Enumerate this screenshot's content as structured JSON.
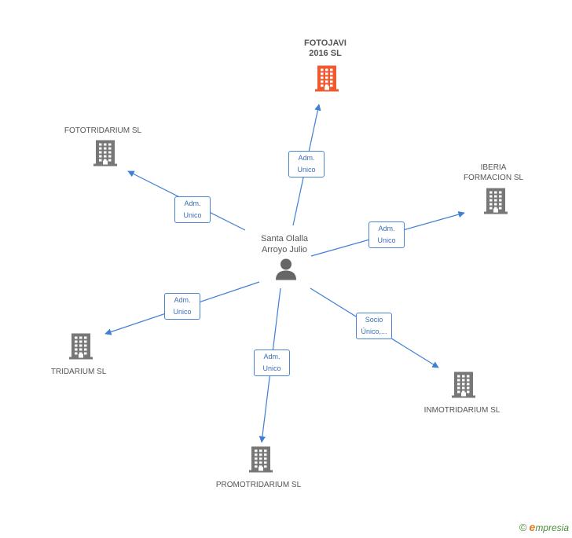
{
  "center": {
    "name": "Santa Olalla\nArroyo Julio",
    "icon": "person-icon"
  },
  "colors": {
    "edge": "#3f7fd4",
    "building_default": "#777777",
    "building_highlight": "#f0582f"
  },
  "nodes": [
    {
      "id": "fotojavi",
      "name": "FOTOJAVI\n2016 SL",
      "highlight": true,
      "icon": "building-icon"
    },
    {
      "id": "fototridarium",
      "name": "FOTOTRIDARIUM SL",
      "highlight": false,
      "icon": "building-icon"
    },
    {
      "id": "iberia",
      "name": "IBERIA\nFORMACION  SL",
      "highlight": false,
      "icon": "building-icon"
    },
    {
      "id": "tridarium",
      "name": "TRIDARIUM SL",
      "highlight": false,
      "icon": "building-icon"
    },
    {
      "id": "promotridarium",
      "name": "PROMOTRIDARIUM SL",
      "highlight": false,
      "icon": "building-icon"
    },
    {
      "id": "inmotridarium",
      "name": "INMOTRIDARIUM SL",
      "highlight": false,
      "icon": "building-icon"
    }
  ],
  "edges": [
    {
      "to": "fotojavi",
      "label": "Adm.\nUnico"
    },
    {
      "to": "fototridarium",
      "label": "Adm.\nUnico"
    },
    {
      "to": "iberia",
      "label": "Adm.\nUnico"
    },
    {
      "to": "tridarium",
      "label": "Adm.\nUnico"
    },
    {
      "to": "promotridarium",
      "label": "Adm.\nUnico"
    },
    {
      "to": "inmotridarium",
      "label": "Socio\nÚnico,..."
    }
  ],
  "footer": {
    "copyright_symbol": "©",
    "brand_initial": "e",
    "brand_rest": "mpresia"
  }
}
